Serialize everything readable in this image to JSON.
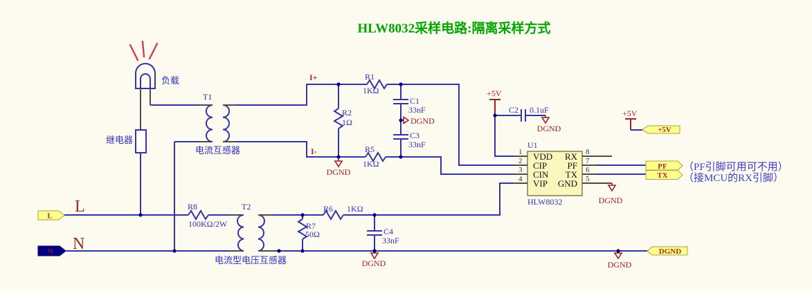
{
  "title": "HLW8032采样电路:隔离采样方式",
  "annotations": {
    "pf_note": "（PF引脚可用可不用）",
    "rx_note": "（接MCU的RX引脚）"
  },
  "nets": {
    "i_plus": "I+",
    "i_minus": "I-",
    "line_l": "L",
    "line_n": "N"
  },
  "power": {
    "vcc": "+5V",
    "gnd": "DGND"
  },
  "ports": {
    "l": "L",
    "n": "N",
    "vcc": "+5V",
    "pf": "PF",
    "tx": "TX",
    "dgnd": "DGND"
  },
  "components": {
    "load": {
      "label": "负载"
    },
    "relay": {
      "label": "继电器"
    },
    "t1": {
      "designator": "T1",
      "label": "电流互感器"
    },
    "t2": {
      "designator": "T2",
      "label": "电流型电压互感器"
    },
    "r1": {
      "designator": "R1",
      "value": "1KΩ"
    },
    "r2": {
      "designator": "R2",
      "value": "1Ω"
    },
    "r5": {
      "designator": "R5",
      "value": "1KΩ"
    },
    "r6": {
      "designator": "R6",
      "value": "1KΩ"
    },
    "r7": {
      "designator": "R7",
      "value": "50Ω"
    },
    "r8": {
      "designator": "R8",
      "value": "100KΩ/2W"
    },
    "c1": {
      "designator": "C1",
      "value": "33nF"
    },
    "c2": {
      "designator": "C2",
      "value": "0.1uF"
    },
    "c3": {
      "designator": "C3",
      "value": "33nF"
    },
    "c4": {
      "designator": "C4",
      "value": "33nF"
    },
    "u1": {
      "designator": "U1",
      "part": "HLW8032",
      "pins_left": [
        {
          "num": "1",
          "name": "VDD"
        },
        {
          "num": "2",
          "name": "CIP"
        },
        {
          "num": "3",
          "name": "CIN"
        },
        {
          "num": "4",
          "name": "VIP"
        }
      ],
      "pins_right": [
        {
          "num": "8",
          "name": "RX"
        },
        {
          "num": "7",
          "name": "PF"
        },
        {
          "num": "6",
          "name": "TX"
        },
        {
          "num": "5",
          "name": "GND"
        }
      ]
    }
  },
  "colors": {
    "wire": "#3333A6",
    "power_red": "#9B2423",
    "designator_blue": "#3232B4",
    "title_green": "#00A500",
    "note_blue": "#3C3CC8",
    "port_yellow": "#FFFF8C",
    "chip_fill": "#FBF5BE"
  }
}
